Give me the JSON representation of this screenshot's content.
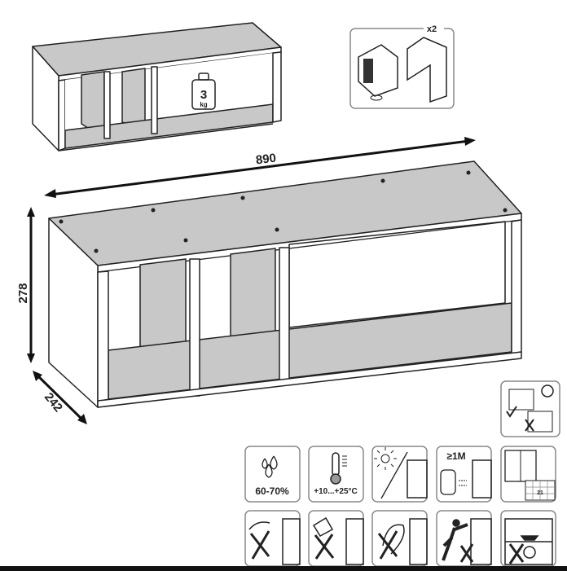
{
  "small_shelf": {
    "load_value": "3",
    "load_unit": "kg"
  },
  "bracket": {
    "quantity": "x2"
  },
  "dimensions": {
    "width": "890",
    "height": "278",
    "depth": "242"
  },
  "care_icons": {
    "humidity": "60-70%",
    "temperature": "+10...+25°C",
    "heater_distance": "≥1M",
    "calendar_day": "21"
  },
  "colors": {
    "line": "#222222",
    "panel": "#c8c8c8",
    "icon_border": "#888888"
  }
}
